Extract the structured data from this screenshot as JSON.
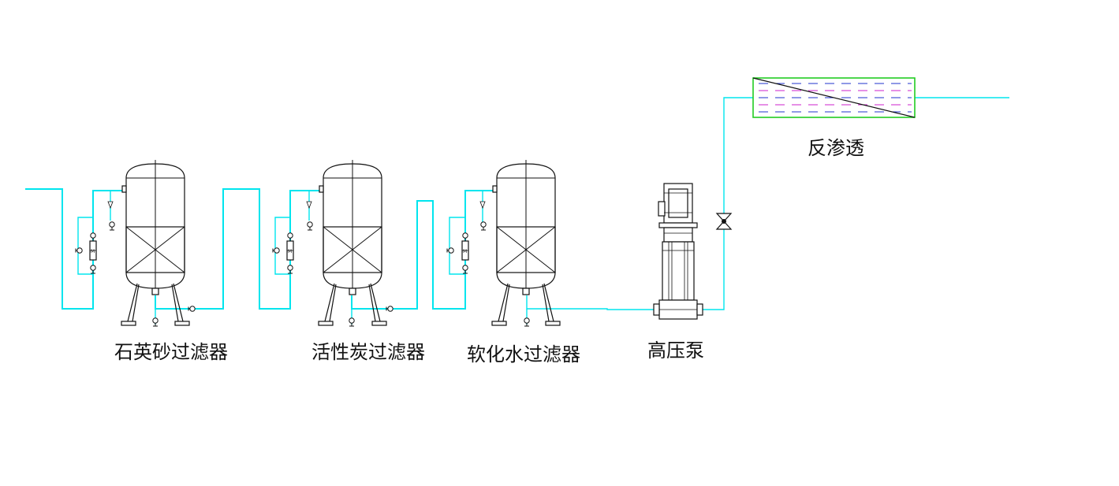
{
  "labels": {
    "filter1": "石英砂过滤器",
    "filter2": "活性炭过滤器",
    "filter3": "软化水过滤器",
    "pump": "高压泵",
    "ro": "反渗透"
  },
  "colors": {
    "pipe": "#00e5ee",
    "equipment_outline": "#111111",
    "ro_frame": "#22cc22",
    "ro_dash_blue": "#2233cc",
    "ro_dash_magenta": "#cc22cc"
  },
  "icons": [
    "vessel-icon",
    "gate-valve-icon",
    "flow-meter-icon",
    "multistage-pump-icon",
    "butterfly-valve-icon",
    "membrane-icon"
  ]
}
